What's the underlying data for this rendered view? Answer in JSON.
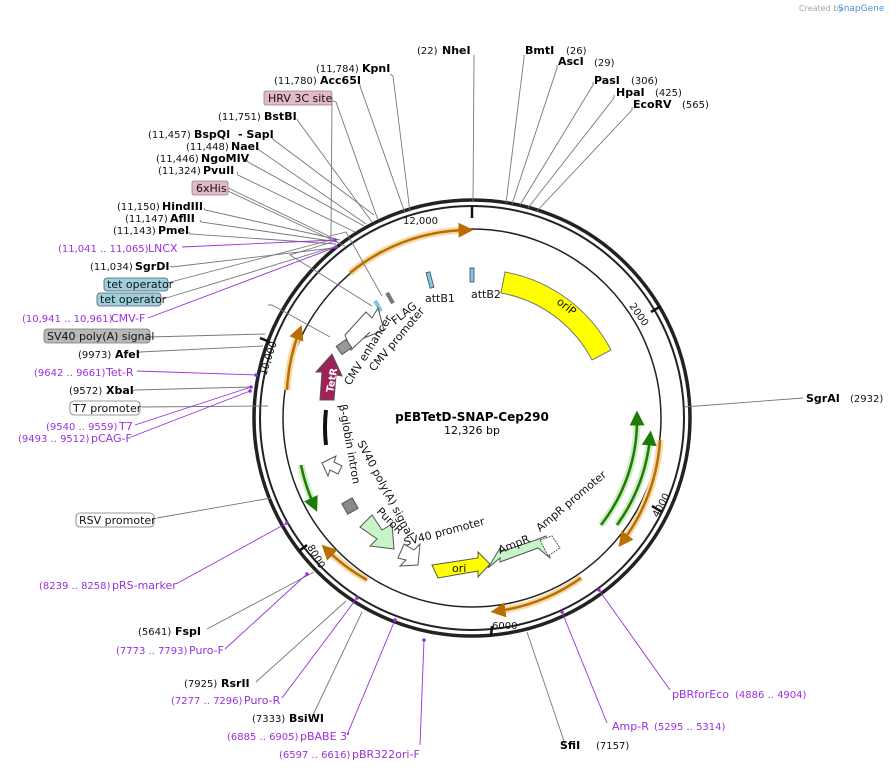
{
  "credit": {
    "created_by": "Created by",
    "brand": "SnapGene"
  },
  "plasmid": {
    "name": "pEBTetD-SNAP-Cep290",
    "size": "12,326 bp"
  },
  "ticks": [
    "12,000",
    "2000",
    "4000",
    "6000",
    "8000",
    "10,000"
  ],
  "enzymes": [
    {
      "name": "NheI",
      "pos": "(22)"
    },
    {
      "name": "BmtI",
      "pos": "(26)"
    },
    {
      "name": "AscI",
      "pos": "(29)"
    },
    {
      "name": "PasI",
      "pos": "(306)"
    },
    {
      "name": "HpaI",
      "pos": "(425)"
    },
    {
      "name": "EcoRV",
      "pos": "(565)"
    },
    {
      "name": "KpnI",
      "pos": "(11,784)"
    },
    {
      "name": "Acc65I",
      "pos": "(11,780)"
    },
    {
      "name": "BstBI",
      "pos": "(11,751)"
    },
    {
      "name": "BspQI",
      "pos": "(11,457)"
    },
    {
      "name": "- SapI",
      "pos": ""
    },
    {
      "name": "NaeI",
      "pos": "(11,448)"
    },
    {
      "name": "NgoMIV",
      "pos": "(11,446)"
    },
    {
      "name": "PvuII",
      "pos": "(11,324)"
    },
    {
      "name": "HindIII",
      "pos": "(11,150)"
    },
    {
      "name": "AflII",
      "pos": "(11,147)"
    },
    {
      "name": "PmeI",
      "pos": "(11,143)"
    },
    {
      "name": "SgrDI",
      "pos": "(11,034)"
    },
    {
      "name": "AfeI",
      "pos": "(9973)"
    },
    {
      "name": "XbaI",
      "pos": "(9572)"
    },
    {
      "name": "SgrAI",
      "pos": "(2932)"
    },
    {
      "name": "FspI",
      "pos": "(5641)"
    },
    {
      "name": "RsrII",
      "pos": "(7925)"
    },
    {
      "name": "BsiWI",
      "pos": "(7333)"
    },
    {
      "name": "SfiI",
      "pos": "(7157)"
    }
  ],
  "primers": [
    {
      "name": "LNCX",
      "pos": "(11,041 .. 11,065)"
    },
    {
      "name": "CMV-F",
      "pos": "(10,941 .. 10,961)"
    },
    {
      "name": "Tet-R",
      "pos": "(9642 .. 9661)"
    },
    {
      "name": "T7",
      "pos": "(9540 .. 9559)"
    },
    {
      "name": "pCAG-F",
      "pos": "(9493 .. 9512)"
    },
    {
      "name": "pRS-marker",
      "pos": "(8239 .. 8258)"
    },
    {
      "name": "Puro-F",
      "pos": "(7773 .. 7793)"
    },
    {
      "name": "Puro-R",
      "pos": "(7277 .. 7296)"
    },
    {
      "name": "pBABE 3'",
      "pos": "(6885 .. 6905)"
    },
    {
      "name": "pBR322ori-F",
      "pos": "(6597 .. 6616)"
    },
    {
      "name": "Amp-R",
      "pos": "(5295 .. 5314)"
    },
    {
      "name": "pBRforEco",
      "pos": "(4886 .. 4904)"
    }
  ],
  "boxed": [
    {
      "name": "HRV 3C site",
      "color": "#e6b8c4"
    },
    {
      "name": "6xHis",
      "color": "#e6b8c4"
    },
    {
      "name": "tet operator",
      "color": "#9cd0dc"
    },
    {
      "name": "tet operator",
      "color": "#9cd0dc"
    },
    {
      "name": "SV40 poly(A) signal",
      "color": "#b8b8b8"
    },
    {
      "name": "T7 promoter",
      "color": "#ffffff"
    },
    {
      "name": "RSV promoter",
      "color": "#ffffff"
    }
  ],
  "features": {
    "oriP": "oriP",
    "attB1": "attB1",
    "attB2": "attB2",
    "flag": "FLAG",
    "cmv_enhancer": "CMV enhancer",
    "cmv_promoter": "CMV promoter",
    "tetr": "TetR",
    "bglobin": "β-globin intron",
    "sv40pa": "SV40 poly(A) signal",
    "puror": "PuroR",
    "sv40prom": "SV40 promoter",
    "ori": "ori",
    "ampr": "AmpR",
    "ampr_prom": "AmpR promoter"
  },
  "colors": {
    "backbone": "#222222",
    "enzyme_line": "#777777",
    "primer": "#9b30d9",
    "orip": "#ffff00",
    "ori": "#ffff00",
    "ampr": "#c8f5c8",
    "puror": "#c8f5c8",
    "tetr": "#a0205a",
    "orange_arc": "#c87a00",
    "green_arc": "#2a8a10"
  }
}
